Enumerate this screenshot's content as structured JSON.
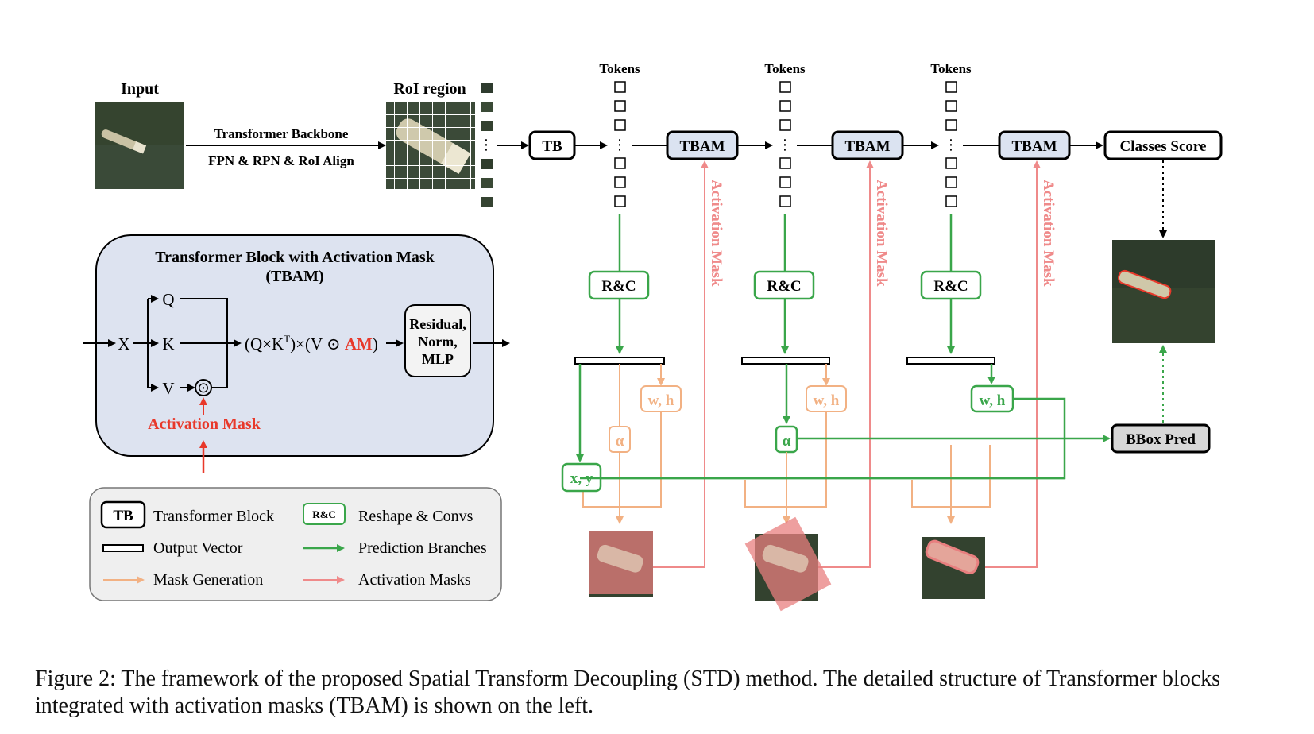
{
  "input_label": "Input",
  "roi_label": "RoI region",
  "backbone_line1": "Transformer Backbone",
  "backbone_line2": "FPN & RPN & RoI Align",
  "tokens_label": "Tokens",
  "tb_label": "TB",
  "tbam_label": "TBAM",
  "rc_label": "R&C",
  "activation_mask_vertical": "Activation Mask",
  "classes_score_label": "Classes Score",
  "bbox_pred_label": "BBox Pred",
  "wh_label": "w, h",
  "alpha_label": "α",
  "xy_label": "x, y",
  "tbam_box": {
    "title_line1": "Transformer Block with Activation Mask",
    "title_line2": "(TBAM)",
    "x": "X",
    "q": "Q",
    "k": "K",
    "v": "V",
    "formula_prefix": "(Q×K",
    "formula_sup": "T",
    "formula_mid": ")×(V ⊙ ",
    "formula_am": "AM",
    "formula_suffix": ")",
    "residual_line1": "Residual,",
    "residual_line2": "Norm,",
    "residual_line3": "MLP",
    "odot": "⊙",
    "activation_mask": "Activation Mask"
  },
  "legend": {
    "tb_icon": "TB",
    "tb_text": "Transformer Block",
    "rc_icon": "R&C",
    "rc_text": "Reshape & Convs",
    "output_vector": "Output Vector",
    "prediction_branches": "Prediction Branches",
    "mask_generation": "Mask Generation",
    "activation_masks": "Activation Masks"
  },
  "colors": {
    "green": "#3aa64a",
    "orange": "#f2b183",
    "pink": "#ef8a8a",
    "red": "#e8382a",
    "tbam_fill": "#dde3f0",
    "tbam_node_fill": "#dbe3f1",
    "legend_fill": "#efefef",
    "bbox_fill": "#d7d7d7",
    "image_dark": "#2f3b2f"
  },
  "caption": "Figure 2: The framework of the proposed Spatial Transform Decoupling (STD) method. The detailed structure of Transformer blocks integrated with activation masks (TBAM) is shown on the left."
}
